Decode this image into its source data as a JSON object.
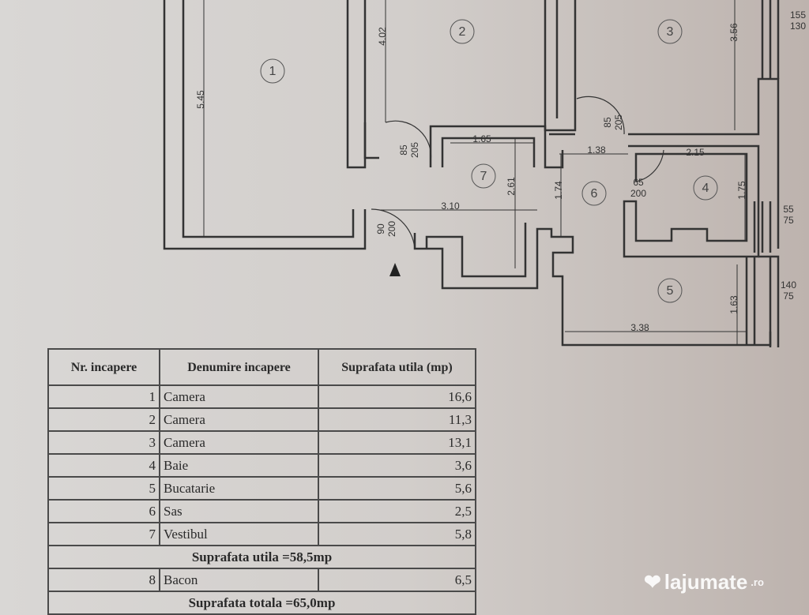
{
  "plan": {
    "rooms": [
      "1",
      "2",
      "3",
      "4",
      "5",
      "6",
      "7"
    ],
    "dimensions": [
      "5.45",
      "4.02",
      "3.56",
      "1.65",
      "1.38",
      "2.15",
      "2.61",
      "1.74",
      "1.75",
      "3.10",
      "1.63",
      "3.38"
    ],
    "doors": [
      {
        "w": "85",
        "h": "205"
      },
      {
        "w": "85",
        "h": "205"
      },
      {
        "w": "65",
        "h": "200"
      },
      {
        "w": "90",
        "h": "200"
      }
    ],
    "windows": [
      {
        "w": "155",
        "h": "130"
      },
      {
        "w": "55",
        "h": "75"
      },
      {
        "w": "140",
        "h": "75"
      }
    ]
  },
  "table": {
    "headers": [
      "Nr. incapere",
      "Denumire incapere",
      "Suprafata utila (mp)"
    ],
    "rows": [
      [
        "1",
        "Camera",
        "16,6"
      ],
      [
        "2",
        "Camera",
        "11,3"
      ],
      [
        "3",
        "Camera",
        "13,1"
      ],
      [
        "4",
        "Baie",
        "3,6"
      ],
      [
        "5",
        "Bucatarie",
        "5,6"
      ],
      [
        "6",
        "Sas",
        "2,5"
      ],
      [
        "7",
        "Vestibul",
        "5,8"
      ]
    ],
    "subtotal": "Suprafata utila =58,5mp",
    "extra_row": [
      "8",
      "Bacon",
      "6,5"
    ],
    "total": "Suprafata totala =65,0mp"
  },
  "watermark": {
    "name": "lajumate",
    "tld": ".ro"
  }
}
